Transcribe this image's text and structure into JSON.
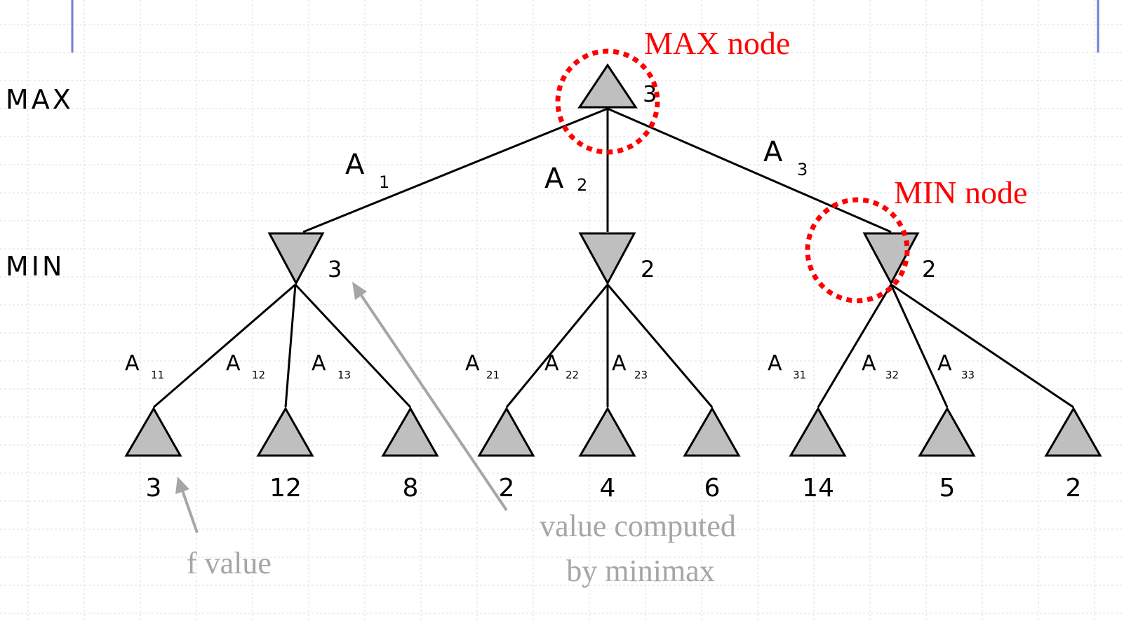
{
  "levels": {
    "max": "MAX",
    "min": "MIN"
  },
  "root": {
    "value": "3"
  },
  "moves": [
    {
      "letter": "A",
      "sub": "1"
    },
    {
      "letter": "A",
      "sub": "2"
    },
    {
      "letter": "A",
      "sub": "3"
    }
  ],
  "min_nodes": [
    {
      "value": "3",
      "leaves": [
        {
          "letter": "A",
          "sub": "11",
          "value": "3"
        },
        {
          "letter": "A",
          "sub": "12",
          "value": "12"
        },
        {
          "letter": "A",
          "sub": "13",
          "value": "8"
        }
      ]
    },
    {
      "value": "2",
      "leaves": [
        {
          "letter": "A",
          "sub": "21",
          "value": "2"
        },
        {
          "letter": "A",
          "sub": "22",
          "value": "4"
        },
        {
          "letter": "A",
          "sub": "23",
          "value": "6"
        }
      ]
    },
    {
      "value": "2",
      "leaves": [
        {
          "letter": "A",
          "sub": "31",
          "value": "14"
        },
        {
          "letter": "A",
          "sub": "32",
          "value": "5"
        },
        {
          "letter": "A",
          "sub": "33",
          "value": "2"
        }
      ]
    }
  ],
  "annotations": {
    "max_node": "MAX node",
    "min_node": "MIN node",
    "f_value": "f value",
    "minimax_line1": "value computed",
    "minimax_line2": "by minimax"
  },
  "colors": {
    "highlight": "#ff0000",
    "note": "#a6a6a6",
    "node_fill": "#bfbfbf"
  }
}
